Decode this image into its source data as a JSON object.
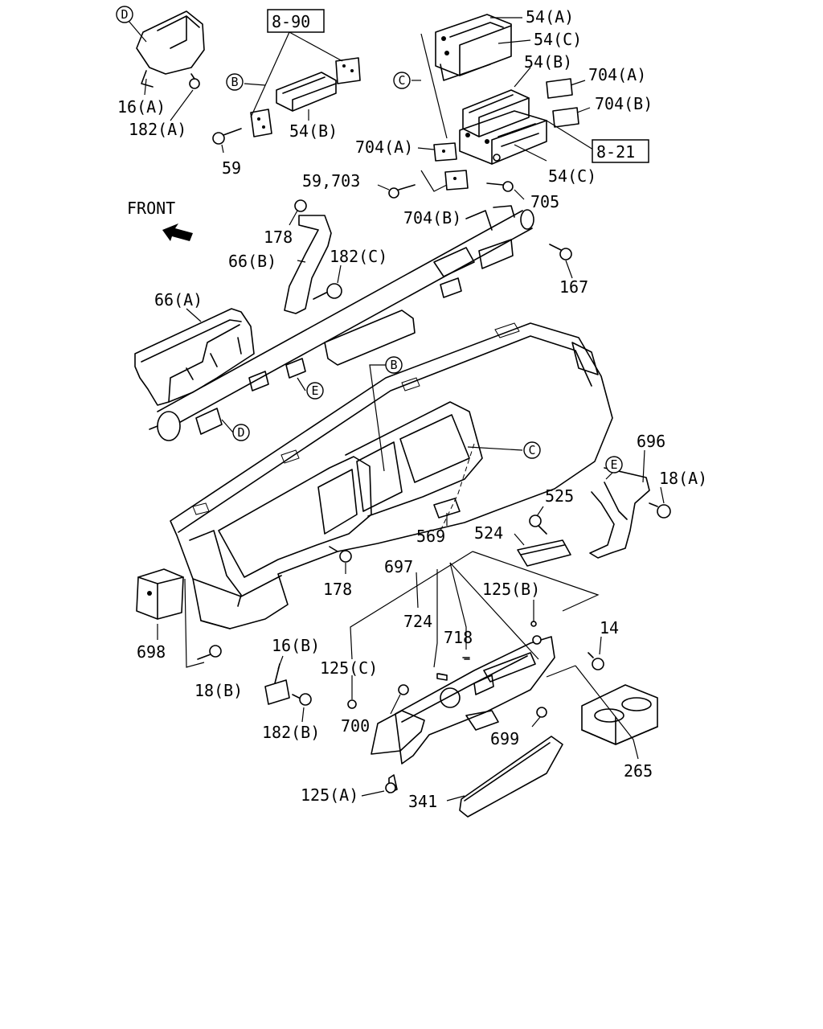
{
  "front_label": "FRONT",
  "refs": {
    "r890": "8-90",
    "r821": "8-21"
  },
  "markers": {
    "d_top": "D",
    "b_top": "B",
    "c_top": "C",
    "b_mid": "B",
    "c_mid": "C",
    "e_left": "E",
    "d_left": "D",
    "e_right": "E"
  },
  "labels": {
    "l54a": "54(A)",
    "l54c_top": "54(C)",
    "l54b_right": "54(B)",
    "l704a_right": "704(A)",
    "l704b_right": "704(B)",
    "l16a": "16(A)",
    "l182a": "182(A)",
    "l54b_left": "54(B)",
    "l59": "59",
    "l704a_mid": "704(A)",
    "l54c_low": "54(C)",
    "l59_703": "59,703",
    "l705": "705",
    "l704b_mid": "704(B)",
    "l178_top": "178",
    "l66b": "66(B)",
    "l182c": "182(C)",
    "l167": "167",
    "l66a": "66(A)",
    "l696": "696",
    "l18a": "18(A)",
    "l525": "525",
    "l524": "524",
    "l569": "569",
    "l178_low": "178",
    "l697": "697",
    "l125b": "125(B)",
    "l724": "724",
    "l718": "718",
    "l14": "14",
    "l698": "698",
    "l16b": "16(B)",
    "l125c": "125(C)",
    "l18b": "18(B)",
    "l182b": "182(B)",
    "l700": "700",
    "l699": "699",
    "l265": "265",
    "l125a": "125(A)",
    "l341": "341"
  }
}
